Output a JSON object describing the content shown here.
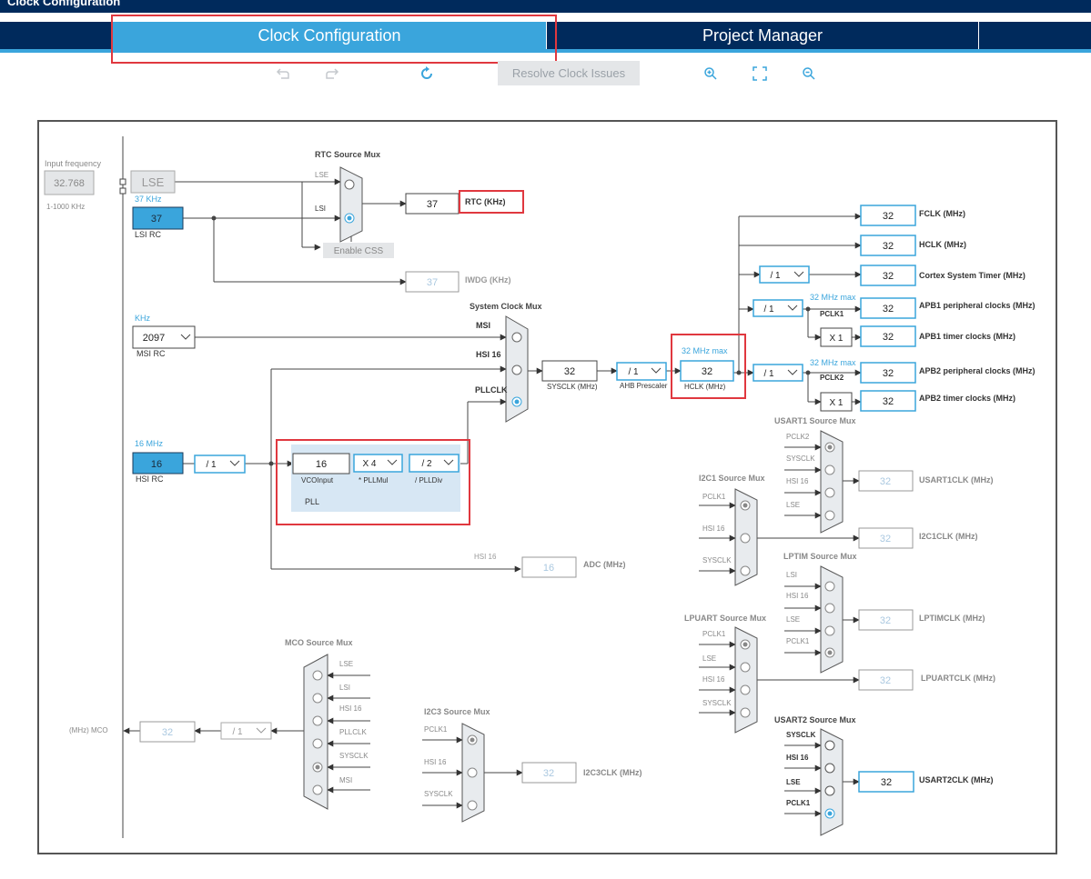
{
  "window": {
    "title": "Clock Configuration"
  },
  "tabs": [
    {
      "label": "Clock Configuration",
      "active": true
    },
    {
      "label": "Project Manager",
      "active": false
    }
  ],
  "toolbar": {
    "undo_icon": "undo-icon",
    "redo_icon": "redo-icon",
    "refresh_icon": "refresh-icon",
    "resolve_label": "Resolve Clock Issues",
    "zoom_in_icon": "zoom-in-icon",
    "fit_icon": "fit-icon",
    "zoom_out_icon": "zoom-out-icon"
  },
  "colors": {
    "accent": "#3aa5dc",
    "navy": "#002a5c",
    "highlight": "#e0383f",
    "gray_text": "#9aa1a8"
  },
  "diagram": {
    "input_frequency_label": "Input frequency",
    "input_frequency_value": "32.768",
    "input_range": "1-1000 KHz",
    "lse_label": "LSE",
    "lsi_freq_label": "37 KHz",
    "lsi_value": "37",
    "lsi_rc_label": "LSI RC",
    "rtc_mux_title": "RTC Source Mux",
    "rtc_mux_lse": "LSE",
    "rtc_mux_lsi": "LSI",
    "enable_css": "Enable CSS",
    "rtc_value": "37",
    "rtc_label": "RTC (KHz)",
    "iwdg_value": "37",
    "iwdg_label": "IWDG (KHz)",
    "msi_freq_label": "KHz",
    "msi_value": "2097",
    "msi_rc_label": "MSI RC",
    "sys_mux_title": "System Clock Mux",
    "sys_mux_msi": "MSI",
    "sys_mux_hsi": "HSI 16",
    "sys_mux_pll": "PLLCLK",
    "sysclk_value": "32",
    "sysclk_label": "SYSCLK (MHz)",
    "ahb_prescaler": "/ 1",
    "ahb_label": "AHB Prescaler",
    "hclk_max": "32 MHz max",
    "hclk_value": "32",
    "hclk_label": "HCLK (MHz)",
    "hsi_freq_label": "16 MHz",
    "hsi_value": "16",
    "hsi_rc_label": "HSI RC",
    "hsi_div": "/ 1",
    "pll_vco_value": "16",
    "pll_vco_label": "VCOInput",
    "pll_mul": "X 4",
    "pll_mul_label": "* PLLMul",
    "pll_div": "/ 2",
    "pll_div_label": "/ PLLDiv",
    "pll_label": "PLL",
    "adc_hsi_label": "HSI 16",
    "adc_value": "16",
    "adc_label": "ADC (MHz)",
    "fclk_value": "32",
    "fclk_label": "FCLK (MHz)",
    "hclk_out_value": "32",
    "hclk_out_label": "HCLK (MHz)",
    "cortex_div": "/ 1",
    "cortex_value": "32",
    "cortex_label": "Cortex System Timer (MHz)",
    "apb1_div": "/ 1",
    "apb1_max": "32 MHz max",
    "pclk1_label": "PCLK1",
    "apb1_value": "32",
    "apb1_label": "APB1 peripheral clocks (MHz)",
    "apb1_timer_mul": "X 1",
    "apb1_timer_value": "32",
    "apb1_timer_label": "APB1 timer clocks (MHz)",
    "apb2_div": "/ 1",
    "apb2_max": "32 MHz max",
    "pclk2_label": "PCLK2",
    "apb2_value": "32",
    "apb2_label": "APB2 peripheral clocks (MHz)",
    "apb2_timer_mul": "X 1",
    "apb2_timer_value": "32",
    "apb2_timer_label": "APB2 timer clocks (MHz)",
    "usart1_title": "USART1 Source Mux",
    "usart1_inputs": [
      "PCLK2",
      "SYSCLK",
      "HSI 16",
      "LSE"
    ],
    "usart1_value": "32",
    "usart1_label": "USART1CLK (MHz)",
    "i2c1_title": "I2C1 Source Mux",
    "i2c1_inputs": [
      "PCLK1",
      "HSI 16",
      "SYSCLK"
    ],
    "i2c1_value": "32",
    "i2c1_label": "I2C1CLK (MHz)",
    "lptim_title": "LPTIM Source Mux",
    "lptim_inputs": [
      "LSI",
      "HSI 16",
      "LSE",
      "PCLK1"
    ],
    "lptim_value": "32",
    "lptim_label": "LPTIMCLK (MHz)",
    "lpuart_title": "LPUART Source Mux",
    "lpuart_inputs": [
      "PCLK1",
      "LSE",
      "HSI 16",
      "SYSCLK"
    ],
    "lpuart_value": "32",
    "lpuart_label": "LPUARTCLK (MHz)",
    "usart2_title": "USART2 Source Mux",
    "usart2_inputs": [
      "SYSCLK",
      "HSI 16",
      "LSE",
      "PCLK1"
    ],
    "usart2_value": "32",
    "usart2_label": "USART2CLK (MHz)",
    "mco_title": "MCO Source Mux",
    "mco_inputs": [
      "LSE",
      "LSI",
      "HSI 16",
      "PLLCLK",
      "SYSCLK",
      "MSI"
    ],
    "mco_div": "/ 1",
    "mco_value": "32",
    "mco_label": "(MHz) MCO",
    "i2c3_title": "I2C3 Source Mux",
    "i2c3_inputs": [
      "PCLK1",
      "HSI 16",
      "SYSCLK"
    ],
    "i2c3_value": "32",
    "i2c3_label": "I2C3CLK (MHz)"
  }
}
